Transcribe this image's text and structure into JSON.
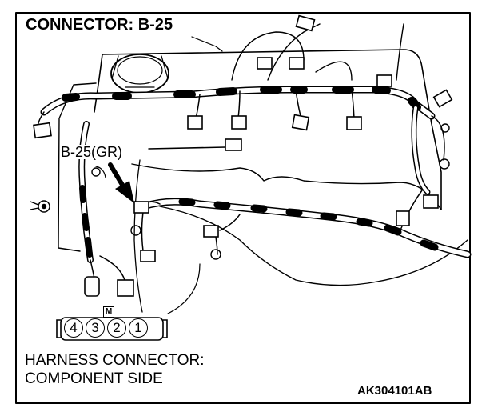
{
  "title": "CONNECTOR: B-25",
  "callout_label": "B-25(GR)",
  "connector_view": {
    "key_mark": "M",
    "pins": [
      "4",
      "3",
      "2",
      "1"
    ],
    "caption_line1": "HARNESS CONNECTOR:",
    "caption_line2": "COMPONENT SIDE"
  },
  "figure_id": "AK304101AB",
  "icons": {
    "ground": "ground-terminal-icon",
    "clip": "harness-clip-icon",
    "arrow": "pointer-arrow-icon"
  },
  "colors": {
    "ink": "#000000",
    "paper": "#ffffff"
  }
}
